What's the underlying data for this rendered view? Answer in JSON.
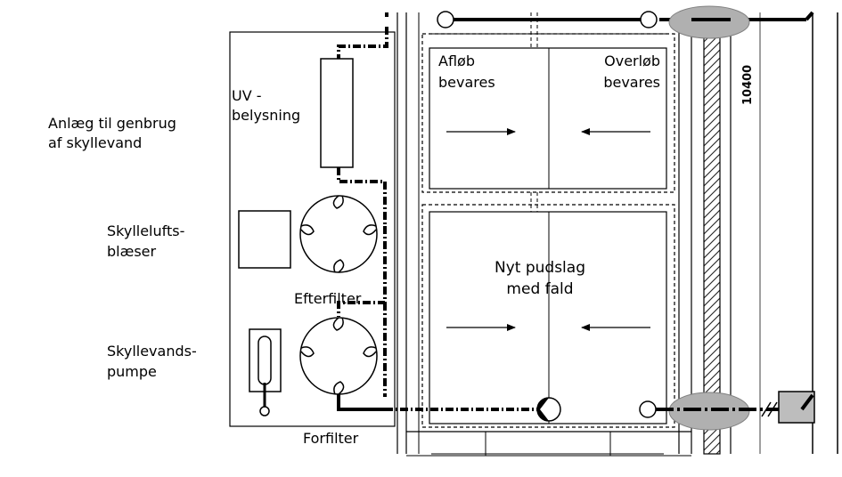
{
  "labels": {
    "plant_line1": "Anlæg til genbrug",
    "plant_line2": "af skyllevand",
    "uv_line1": "UV -",
    "uv_line2": "belysning",
    "blower_line1": "Skyllelufts-",
    "blower_line2": "blæser",
    "after_filter": "Efterfilter",
    "pump_line1": "Skyllevands-",
    "pump_line2": "pumpe",
    "pre_filter": "Forfilter",
    "drain_line1": "Afløb",
    "drain_line2": "bevares",
    "overflow_line1": "Overløb",
    "overflow_line2": "bevares",
    "plaster_line1": "Nyt pudslag",
    "plaster_line2": "med fald",
    "dimension": "10400"
  },
  "icons": [
    "uv-lamp-icon",
    "blower-fan-icon",
    "filter-fan-icon",
    "pump-icon",
    "drain-icon",
    "check-valve-icon",
    "fall-arrow-icon",
    "pipe-icon",
    "hatched-wall-icon"
  ],
  "colors": {
    "line": "#000000",
    "wall_hatch": "#222222",
    "ellipse_fill": "#b0b0b0",
    "ellipse_stroke": "#808080",
    "grey_line": "#a0a0a0",
    "box_fill": "#bdbdbd"
  }
}
